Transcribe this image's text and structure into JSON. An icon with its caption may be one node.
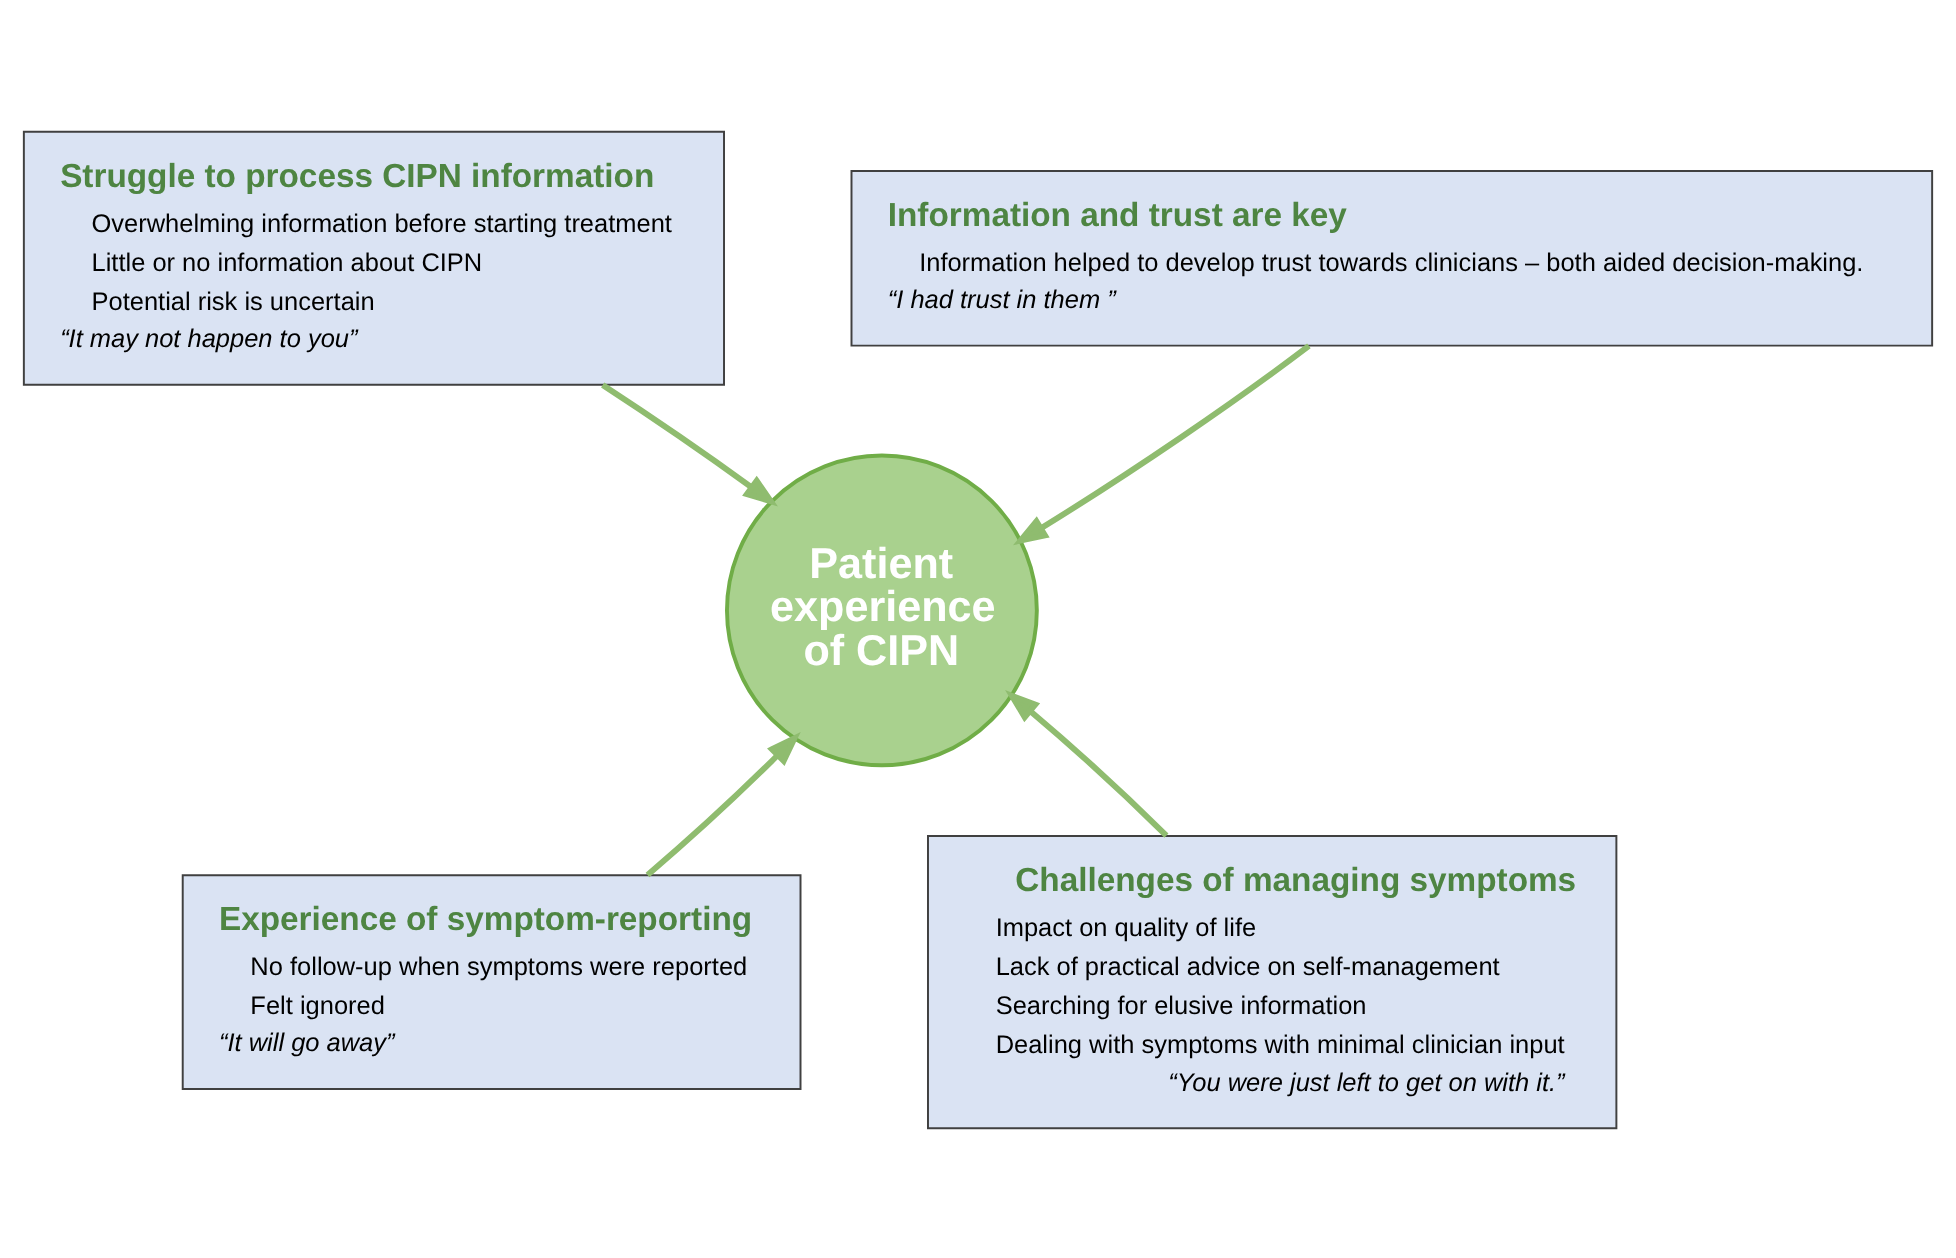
{
  "diagram": {
    "nodes": [
      {
        "text": [
          "Struggle to process CIPN information",
          "Overwhelming information before starting treatment",
          "Little or no information about CIPN",
          "Potential risk is uncertain",
          "“It may not happen to you”"
        ]
      },
      {
        "text": [
          "Information and trust are key",
          "Information helped to develop trust towards clinicians – both aided decision-making.",
          "“I had trust in them ”"
        ]
      },
      {
        "text": [
          "Patient experience of CIPN"
        ]
      },
      {
        "text": [
          "Experience of symptom-reporting",
          "No follow-up when symptoms were reported",
          "Felt ignored",
          "“It will go away”"
        ]
      },
      {
        "text": [
          "Challenges of managing symptoms",
          "Impact on quality of life",
          "Lack of practical advice on self-management",
          "Searching for elusive information",
          "Dealing with symptoms with minimal clinician input",
          "“You were just left to get on with it.”"
        ]
      }
    ],
    "edges": [
      {
        "from": 0,
        "to": 2,
        "arrow": "to"
      },
      {
        "from": 1,
        "to": 2,
        "arrow": "to"
      },
      {
        "from": 3,
        "to": 2,
        "arrow": "to"
      },
      {
        "from": 4,
        "to": 2,
        "arrow": "to"
      }
    ]
  }
}
